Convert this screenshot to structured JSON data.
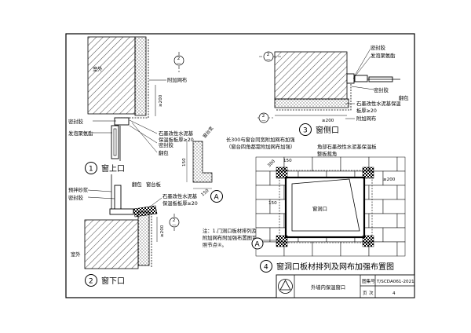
{
  "drawing": {
    "title": "外墙内保温窗口",
    "atlas_label": "图集号",
    "atlas_no": "T/SCDA061-2021",
    "page_label": "页",
    "page_label2": "次",
    "page_no": "4"
  },
  "detail1": {
    "num": "1",
    "caption": "窗上口",
    "label_outdoor": "室外",
    "label_mesh": "附加网布",
    "dim": "≥200",
    "label_sealant": "密封胶",
    "label_foam": "发泡聚氨酯",
    "label_board1": "石墨改性水泥基",
    "label_board2": "保温板板厚≥20",
    "label_sealant2": "密封胶",
    "label_wrap": "翻包",
    "ref_mark": "2",
    "ref_text": "—"
  },
  "detail2": {
    "num": "2",
    "caption": "窗下口",
    "label_mortar": "预拌砂浆",
    "label_sealant": "密封胶",
    "label_wrap": "翻包",
    "label_sill": "窗台板",
    "label_board1": "石墨改性水泥基",
    "label_board2": "保温板板厚≥20",
    "dim": "≥200",
    "label_outdoor": "室外",
    "ref_mark": "2",
    "ref_text": "—"
  },
  "detail3": {
    "num": "3",
    "caption": "窗侧口",
    "label_sealant": "密封胶",
    "label_foam": "发泡聚氨酯",
    "label_sealant2": "密封胶",
    "label_wrap": "翻包",
    "label_board1": "石墨改性水泥基保温",
    "label_board2": "板厚≥20",
    "label_mesh": "附加网布",
    "dim": "≥200",
    "ref_mark": "2",
    "ref_text": "—"
  },
  "detailA": {
    "letter": "A",
    "label_width": "窗台宽",
    "dim1": "150",
    "dim2": "150"
  },
  "detail4": {
    "num": "4",
    "caption": "窗洞口板材排列及网布加强布置图",
    "note_line1": "长300与窗台同宽附加网布加强",
    "note_line2": "（窗台四角都需附加网布加强）",
    "note_line3": "角部石墨改性水泥基保温板",
    "note_line4": "整板裁角",
    "opening": "窗洞口",
    "dim_300": "300",
    "dim_150a": "150",
    "dim_150b": "150",
    "dim_200": "≥200",
    "ref_letter": "A"
  },
  "note": {
    "line1": "注：1.门洞口板材排列及",
    "line2": "附加网布附加强布置图可参",
    "line3": "照节点④。"
  }
}
